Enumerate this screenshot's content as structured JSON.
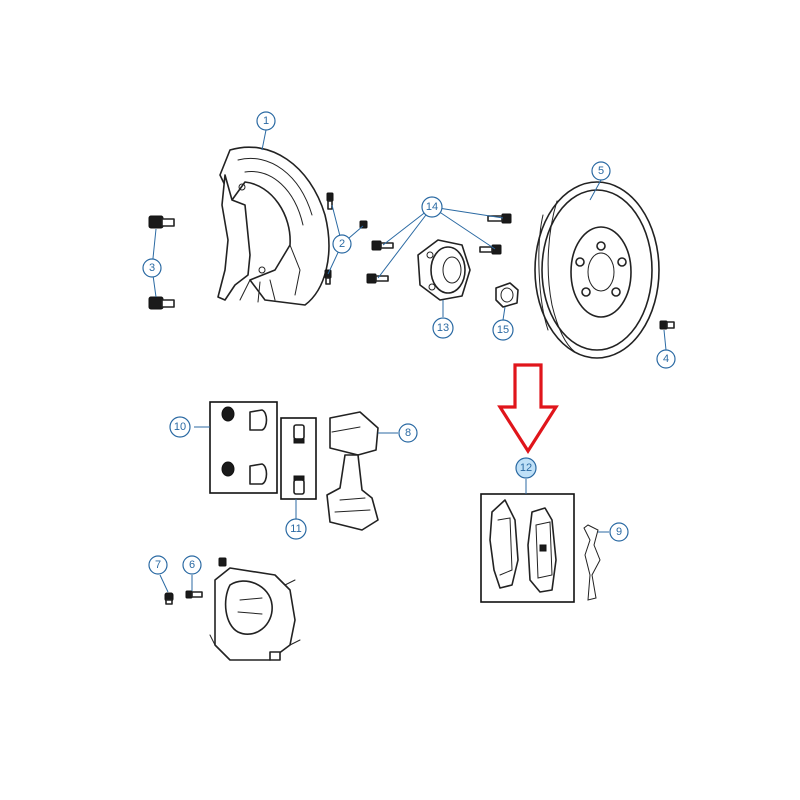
{
  "callouts": {
    "c1": "1",
    "c2": "2",
    "c3": "3",
    "c4": "4",
    "c5": "5",
    "c6": "6",
    "c7": "7",
    "c8": "8",
    "c9": "9",
    "c10": "10",
    "c11": "11",
    "c12": "12",
    "c13": "13",
    "c14": "14",
    "c15": "15"
  },
  "highlight": {
    "callout": "12",
    "color": "#e0151b",
    "circle_fill": "#bfe0f7"
  },
  "colors": {
    "leader": "#2b6aa3",
    "line_art": "#222222"
  }
}
